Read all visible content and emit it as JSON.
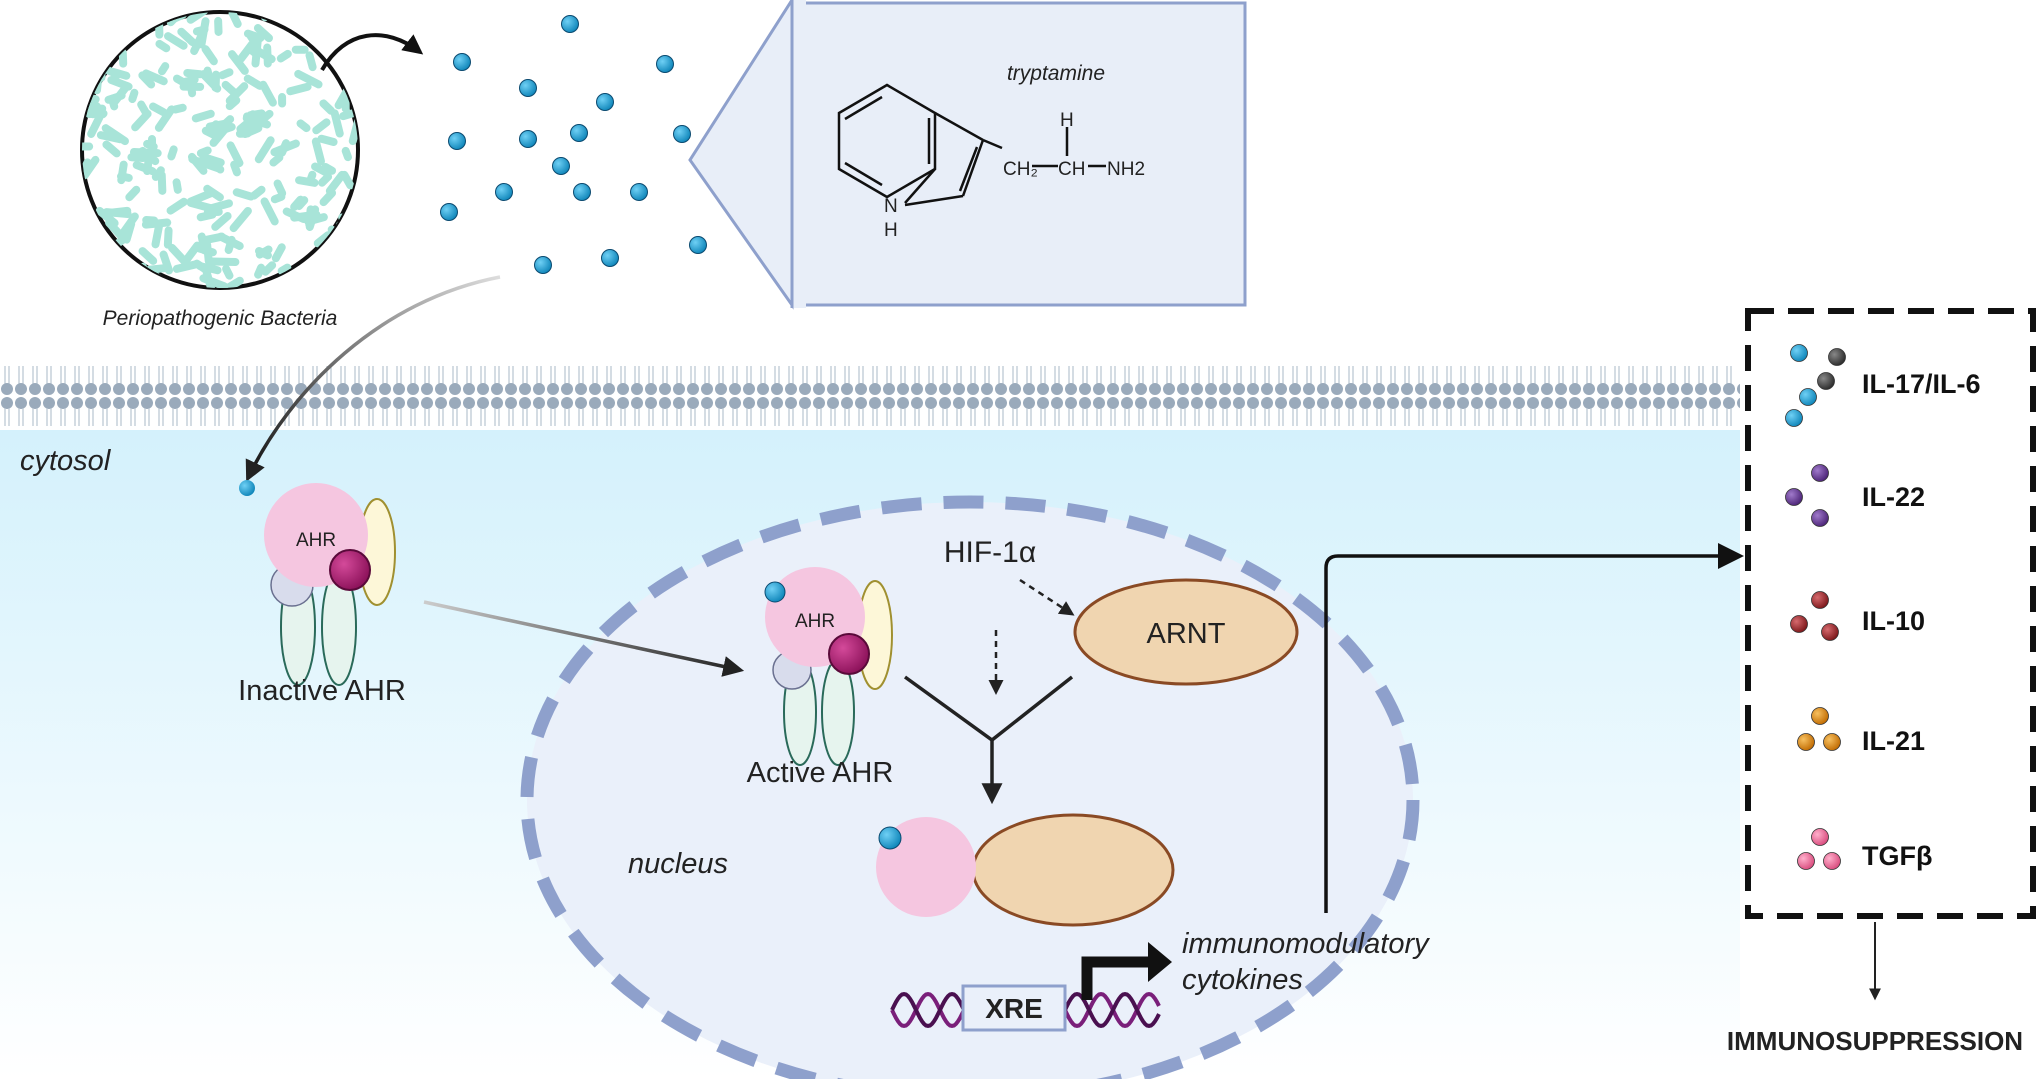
{
  "labels": {
    "bacteria": "Periopathogenic Bacteria",
    "molecule": "tryptamine",
    "cytosol": "cytosol",
    "nucleus": "nucleus",
    "inactive_ahr": "Inactive AHR",
    "active_ahr": "Active AHR",
    "ahr": "AHR",
    "hif": "HIF-1α",
    "arnt": "ARNT",
    "xre": "XRE",
    "output_line1": "immunomodulatory",
    "output_line2": "cytokines",
    "result": "IMMUNOSUPPRESSION"
  },
  "structure": {
    "h_top": "H",
    "ch2": "CH₂",
    "ch": "CH",
    "nh2": "NH2",
    "n": "N",
    "n_h": "H"
  },
  "cytokines": [
    {
      "label": "IL-17/IL-6",
      "colors": [
        "#1fa3d4",
        "#444444"
      ]
    },
    {
      "label": "IL-22",
      "colors": [
        "#6a3a9a"
      ]
    },
    {
      "label": "IL-10",
      "colors": [
        "#a6242a"
      ]
    },
    {
      "label": "IL-21",
      "colors": [
        "#e08a10"
      ]
    },
    {
      "label": "TGFβ",
      "colors": [
        "#e8709a"
      ]
    }
  ],
  "colors": {
    "ligand": "#1fa3d4",
    "ahr": "#f5c6e0",
    "arnt": "#f0d5b0",
    "arnt_stroke": "#8a4a24",
    "nucleus_dash": "#8ea0cc",
    "membrane": "#9aa9b8",
    "cytosol": "#dff4fc",
    "dna": "#7a1f7a"
  }
}
